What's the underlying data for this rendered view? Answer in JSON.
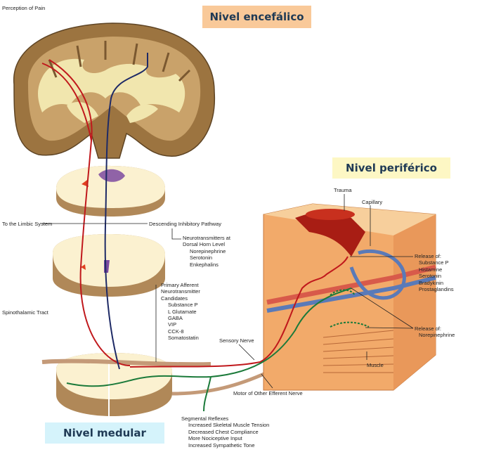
{
  "levels": {
    "brain": "Nivel encefálico",
    "peripheral": "Nivel periférico",
    "spinal": "Nivel medular"
  },
  "colors": {
    "brain_title_bg": "#f9c999",
    "peripheral_title_bg": "#fdf7c4",
    "spinal_title_bg": "#d5f3fb",
    "ascending_pathway": "#c0181c",
    "descending_pathway": "#1e2a66",
    "efferent_nerve": "#1b7a3a"
  },
  "labels": {
    "perception": "Perception of Pain",
    "limbic": "To the Limbic System",
    "descending": "Descending Inhibitory Pathway",
    "nt_dorsal": [
      "Neurotransmitters at",
      "Dorsal Horn Level"
    ],
    "nt_dorsal_items": [
      "Norepinephrine",
      "Serotonin",
      "Enkephalins"
    ],
    "primary_afferent": [
      "Primary Afferent",
      "Neurotransmitter",
      "Candidates"
    ],
    "primary_afferent_items": [
      "Substance P",
      "L Glutamate",
      "GABA",
      "VIP",
      "CCK-8",
      "Somatostatin"
    ],
    "spinothalamic": "Spinothalamic Tract",
    "sensory_nerve": "Sensory Nerve",
    "motor_nerve": "Motor of Other Efferent Nerve",
    "segmental": "Segmental Reflexes",
    "segmental_items": [
      "Increased Skeletal Muscle Tension",
      "Decreased Chest Compliance",
      "More Nociceptive Input",
      "Increased Sympathetic Tone"
    ],
    "trauma": "Trauma",
    "capillary": "Capillary",
    "release1": "Release of:",
    "release1_items": [
      "Substance P",
      "Histamine",
      "Serotonin",
      "Bradykinin",
      "Prostaglandins"
    ],
    "release2": "Release of:",
    "release2_items": [
      "Norepinephrine"
    ],
    "muscle": "Muscle"
  }
}
